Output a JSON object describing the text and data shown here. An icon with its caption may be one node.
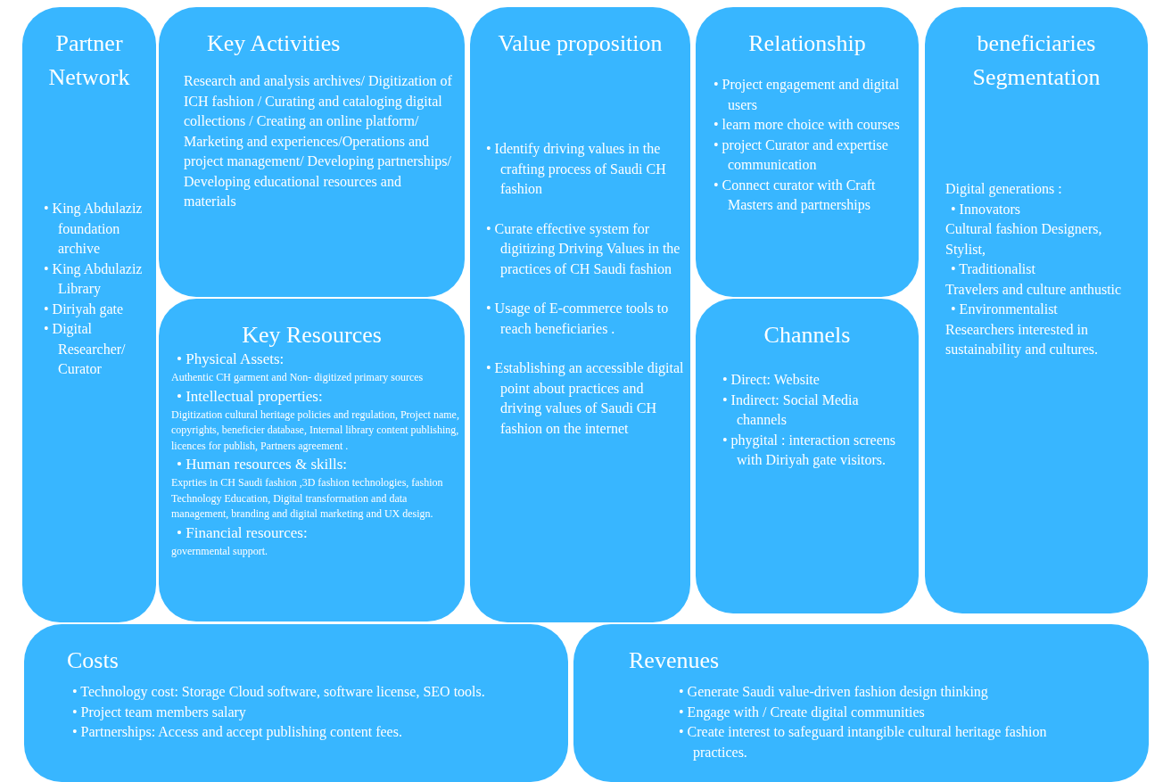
{
  "diagram": {
    "nodes": [
      {
        "text": [
          "Partner Network",
          "• King Abdulaziz foundation archive",
          "• King Abdulaziz Library",
          "• Diriyah gate",
          "• Digital Researcher/ Curator"
        ]
      },
      {
        "text": [
          "Key Activities",
          "Research and analysis archives/ Digitization of ICH fashion / Curating and cataloging digital collections / Creating an online platform/ Marketing and experiences/Operations and project management/ Developing partnerships/ Developing educational resources and materials"
        ]
      },
      {
        "text": [
          "Value proposition",
          "• Identify driving values in the crafting process of Saudi CH fashion",
          "• Curate effective system for digitizing Driving Values in the practices of CH Saudi fashion",
          "• Usage of E-commerce tools to reach beneficiaries .",
          "• Establishing an accessible digital point about practices and driving values of Saudi CH fashion on the internet"
        ]
      },
      {
        "text": [
          "Relationship",
          "• Project engagement and digital users",
          "• learn more choice with courses",
          "• project Curator and expertise communication",
          "• Connect curator with Craft Masters and partnerships"
        ]
      },
      {
        "text": [
          "beneficiaries Segmentation",
          "Digital generations :",
          "• Innovators",
          "Cultural fashion Designers, Stylist,",
          "• Traditionalist",
          "Travelers and culture anthustic",
          "• Environmentalist",
          "Researchers interested in sustainability and cultures."
        ]
      },
      {
        "text": [
          "Key Resources",
          "• Physical Assets:",
          "Authentic CH garment and Non- digitized primary sources",
          "• Intellectual properties:",
          "Digitization cultural heritage policies and regulation, Project name, copyrights, beneficier database, Internal library content publishing, licences for publish, Partners agreement .",
          "• Human resources & skills:",
          "Exprties in CH Saudi fashion ,3D fashion technologies, fashion Technology Education, Digital transformation and data management, branding and digital marketing and UX design.",
          "• Financial resources:",
          "governmental support."
        ]
      },
      {
        "text": [
          "Channels",
          "• Direct: Website",
          "• Indirect: Social Media channels",
          "• phygital : interaction screens with Diriyah gate visitors."
        ]
      },
      {
        "text": [
          "Costs",
          "• Technology cost: Storage Cloud software, software license, SEO tools.",
          "• Project team members salary",
          "• Partnerships: Access and accept publishing content fees."
        ]
      },
      {
        "text": [
          "Revenues",
          "• Generate Saudi value-driven fashion design thinking",
          "• Engage with / Create digital communities",
          "• Create interest to safeguard intangible cultural heritage fashion practices."
        ]
      }
    ]
  }
}
